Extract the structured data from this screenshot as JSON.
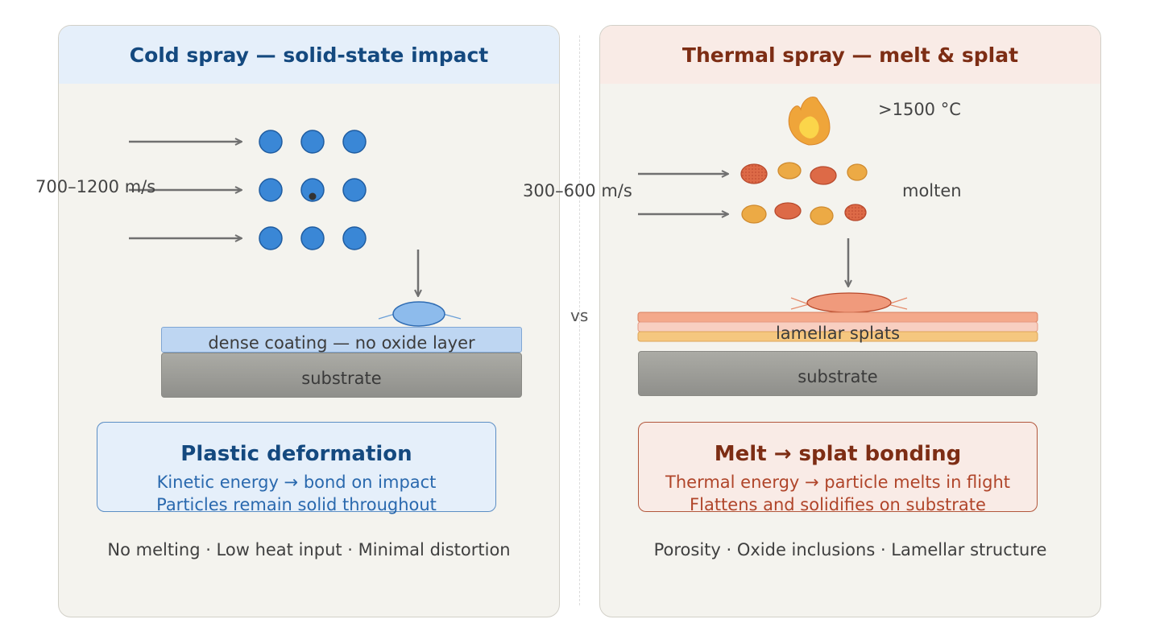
{
  "vs_label": "vs",
  "cold": {
    "title": "Cold spray — solid-state impact",
    "velocity": "700–1200 m/s",
    "coating_label": "dense coating — no oxide layer",
    "substrate_label": "substrate",
    "box_title": "Plastic deformation",
    "box_line1": "Kinetic energy → bond on impact",
    "box_line2": "Particles remain solid throughout",
    "footer": "No melting · Low heat input · Minimal distortion",
    "colors": {
      "particle": "#3a87d6",
      "particle_stroke": "#1f5ca0",
      "header_bg": "#e5effa",
      "title": "#14497f"
    }
  },
  "thermal": {
    "title": "Thermal spray — melt & splat",
    "temperature": ">1500 °C",
    "velocity": "300–600 m/s",
    "state": "molten",
    "splat_label": "lamellar splats",
    "substrate_label": "substrate",
    "box_title": "Melt → splat bonding",
    "box_line1": "Thermal energy → particle melts in flight",
    "box_line2": "Flattens and solidifies on substrate",
    "footer": "Porosity · Oxide inclusions · Lamellar structure",
    "colors": {
      "particle_hot": "#dd6a47",
      "particle_warm": "#ecaa45",
      "header_bg": "#f9ebe6",
      "title": "#7d2d14"
    }
  },
  "icons": {
    "flame": "flame-icon",
    "arrow": "arrow-right-icon"
  }
}
